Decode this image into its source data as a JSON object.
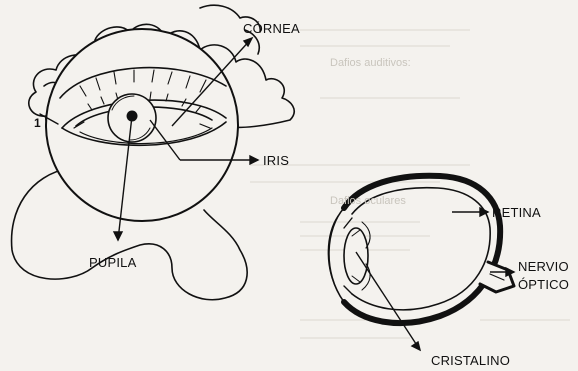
{
  "labels": {
    "cornea": "CÓRNEA",
    "iris": "IRIS",
    "pupila": "PUPILA",
    "retina": "RETINA",
    "nervio": "NERVIO",
    "optico": "ÓPTICO",
    "cristalino": "CRISTALINO",
    "marker": "1"
  },
  "background_text": {
    "line1": "Dafios auditivos:",
    "line2": "Dafios oculares"
  },
  "colors": {
    "ink": "#111111",
    "paper": "#f4f2ee",
    "bleed": "#c9c5bd"
  }
}
